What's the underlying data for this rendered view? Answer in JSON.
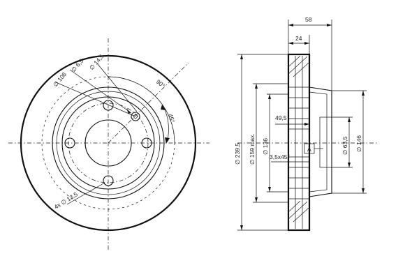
{
  "front_view": {
    "pcd_label": "∅ 108",
    "bolt_hole_label": "∅ 6,5",
    "centering_label": "∅ 14,5",
    "angle_90_label": "90°",
    "angle_45_label": "45°",
    "holes_label": "4x ∅ 13,5"
  },
  "side_view": {
    "width_total_label": "58",
    "width_disc_label": "24",
    "outer_dia_label": "∅ 239,5",
    "max_dia_label": "∅ 159 max.",
    "dia_136_label": "∅ 136",
    "offset_label": "49,5",
    "chamfer_label": "3,5x45°",
    "datum_label": "A",
    "center_dia_label": "∅ 63,5",
    "hub_dia_label": "∅ 146"
  }
}
